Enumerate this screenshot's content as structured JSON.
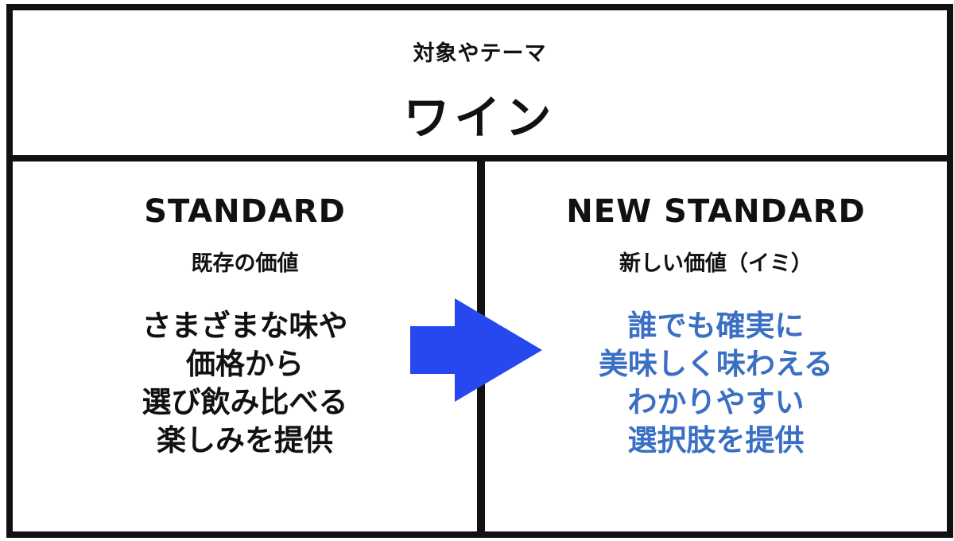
{
  "theme": {
    "label": "対象やテーマ",
    "value": "ワイン"
  },
  "standard": {
    "heading": "STANDARD",
    "subheading": "既存の価値",
    "lines": [
      "さまざまな味や",
      "価格から",
      "選び飲み比べる",
      "楽しみを提供"
    ]
  },
  "new_standard": {
    "heading": "NEW STANDARD",
    "subheading": "新しい価値（イミ）",
    "lines": [
      "誰でも確実に",
      "美味しく味わえる",
      "わかりやすい",
      "選択肢を提供"
    ]
  },
  "colors": {
    "frame": "#111111",
    "arrow": "#2747ef",
    "highlight_text": "#3a6fc4"
  },
  "icons": {
    "arrow": "right-arrow-icon"
  }
}
